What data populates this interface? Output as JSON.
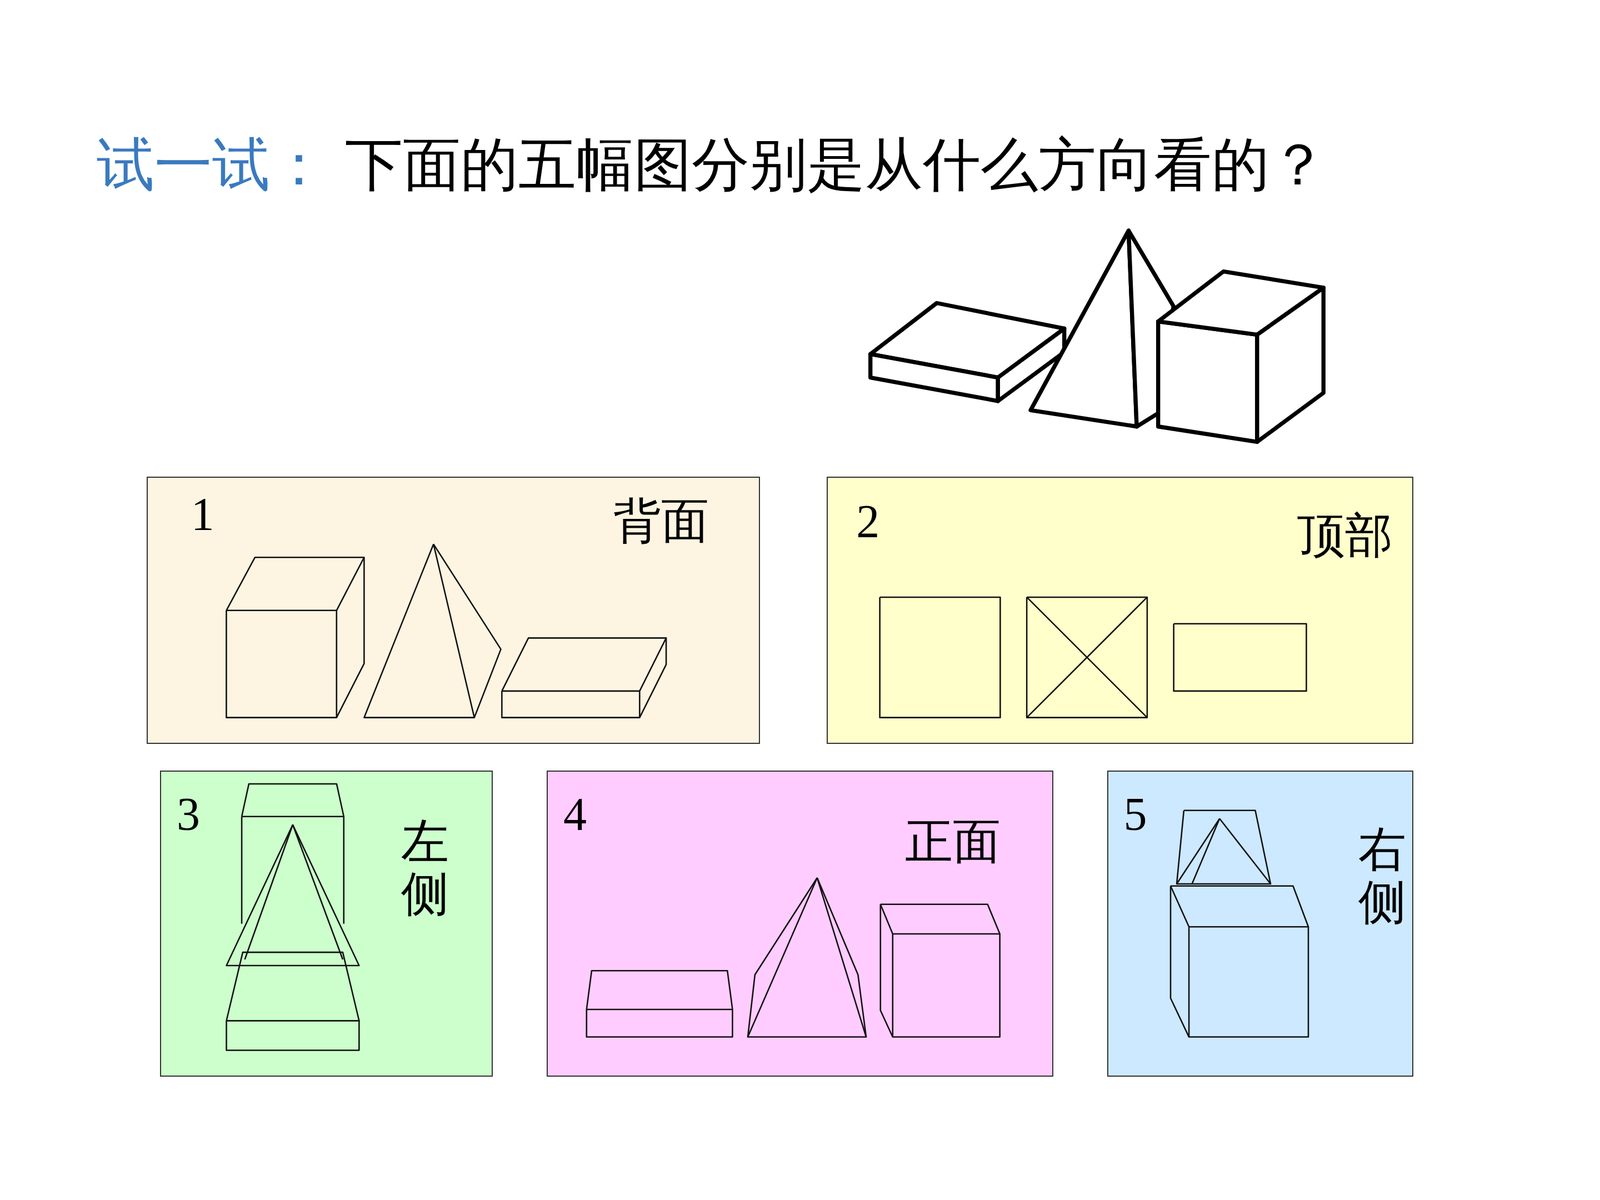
{
  "diagram": {
    "title": "下面的五幅图分别是从什么方向看的？",
    "nodes": [
      {
        "text": [
          "1",
          "背面"
        ]
      },
      {
        "text": [
          "2",
          "顶部"
        ]
      },
      {
        "text": [
          "3",
          "左侧"
        ]
      },
      {
        "text": [
          "4",
          "正面"
        ]
      },
      {
        "text": [
          "5",
          "右侧"
        ]
      }
    ],
    "labels": [
      "试一试："
    ]
  }
}
